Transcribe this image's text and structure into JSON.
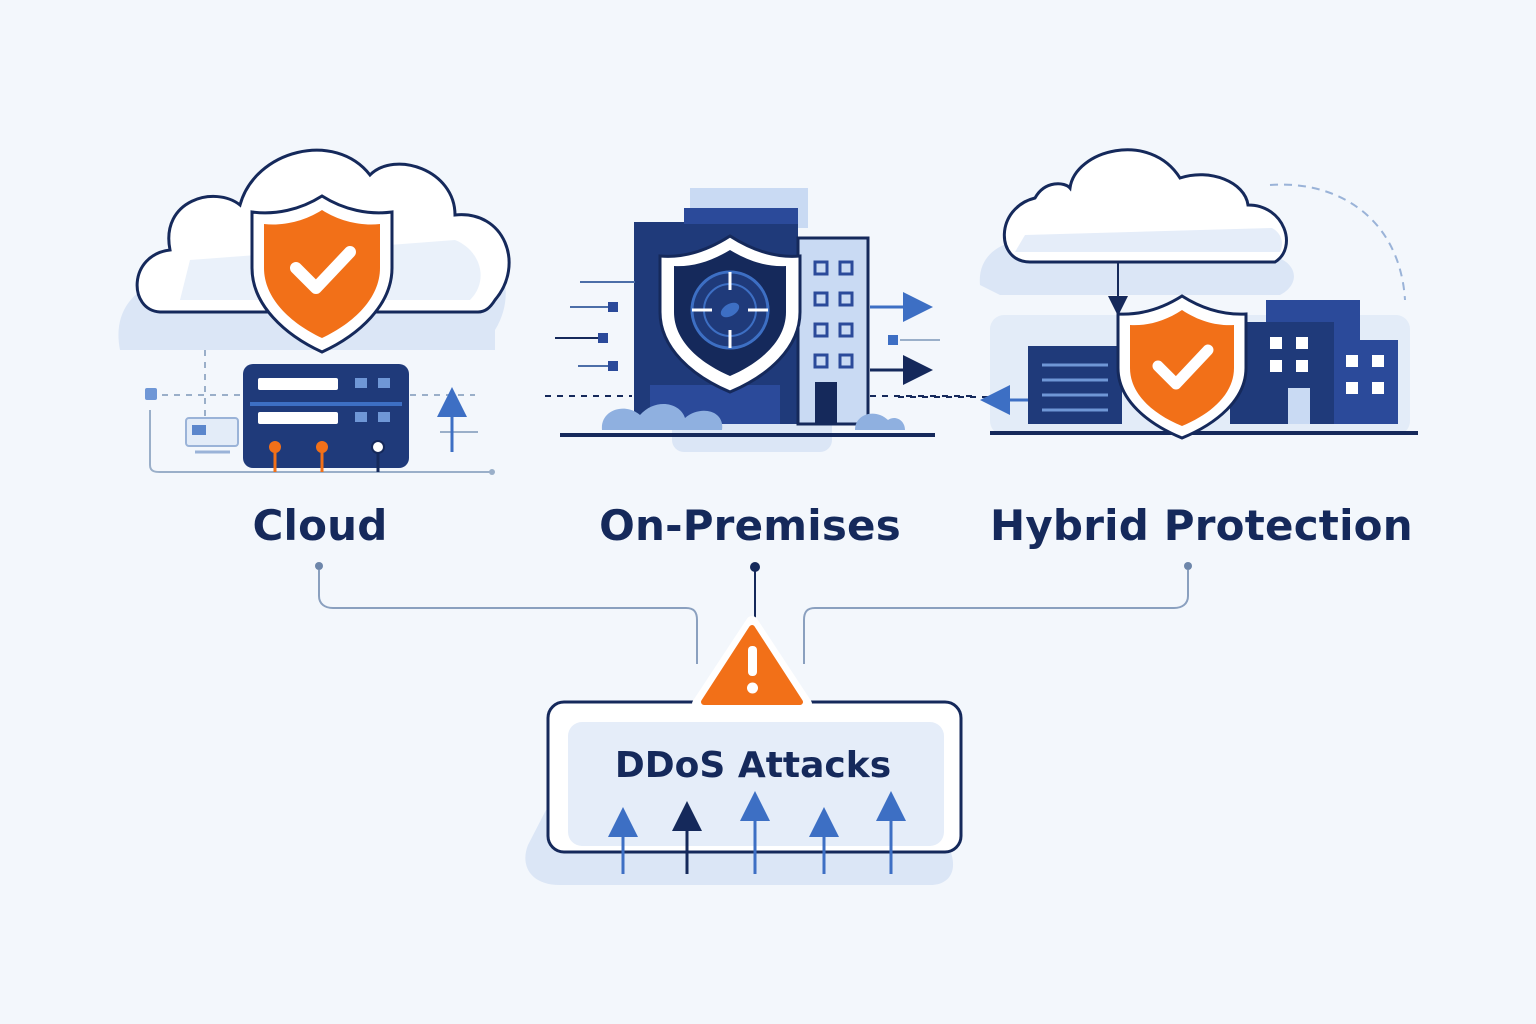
{
  "diagram": {
    "nodes": [
      {
        "id": "cloud",
        "label": "Cloud",
        "icon": "cloud-shield-server-icon"
      },
      {
        "id": "on_premises",
        "label": "On-Premises",
        "icon": "building-shield-icon"
      },
      {
        "id": "hybrid",
        "label": "Hybrid Protection",
        "icon": "cloud-buildings-shield-icon"
      }
    ],
    "threat": {
      "label": "DDoS Attacks",
      "icon": "warning-triangle-icon"
    },
    "edges": [
      {
        "from": "cloud",
        "to": "threat"
      },
      {
        "from": "on_premises",
        "to": "threat"
      },
      {
        "from": "hybrid",
        "to": "threat"
      }
    ]
  },
  "colors": {
    "navy": "#15295b",
    "royal_blue": "#2b4a9a",
    "light_blue": "#c9daf3",
    "accent_orange": "#f27018",
    "background": "#f3f7fc",
    "connector": "#9aafc9"
  }
}
